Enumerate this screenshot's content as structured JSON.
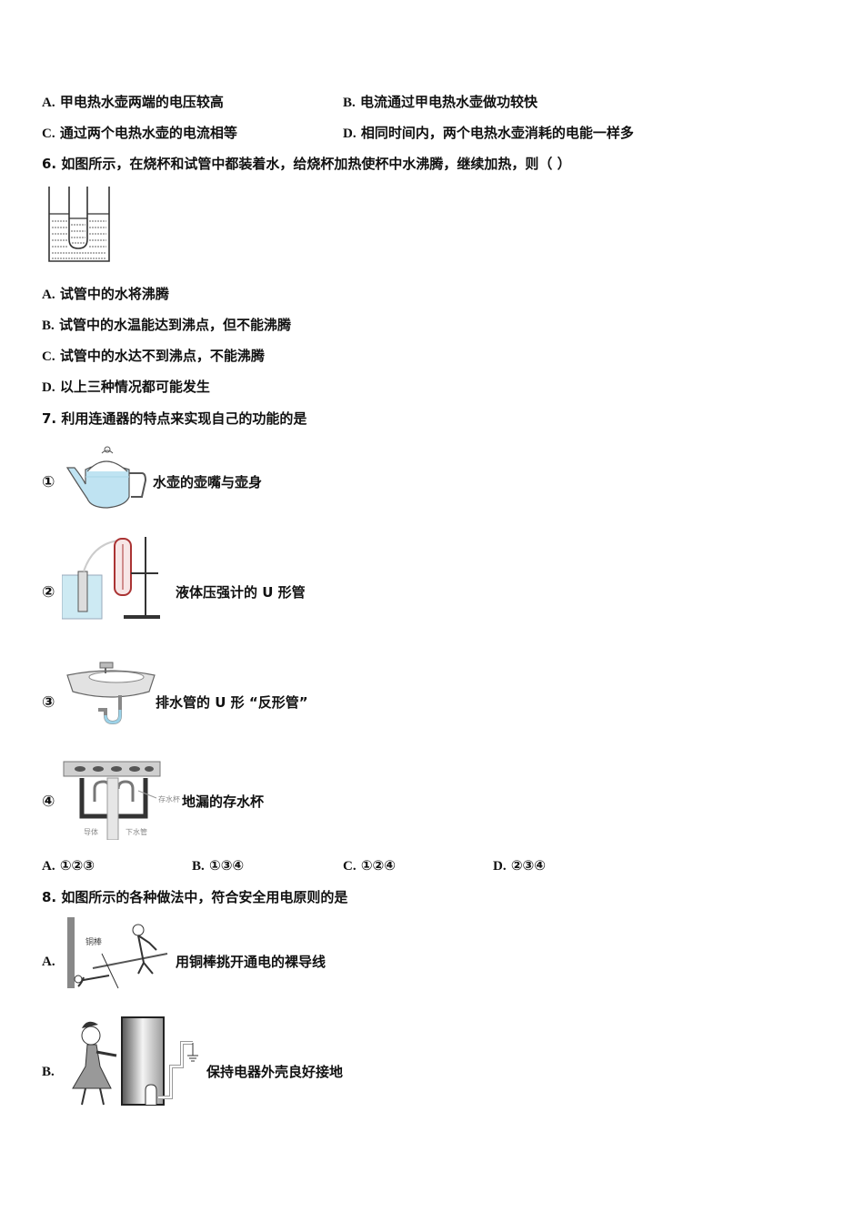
{
  "q5": {
    "options": [
      {
        "label": "A.",
        "text": "甲电热水壶两端的电压较高"
      },
      {
        "label": "B.",
        "text": "电流通过甲电热水壶做功较快"
      },
      {
        "label": "C.",
        "text": "通过两个电热水壶的电流相等"
      },
      {
        "label": "D.",
        "text": "相同时间内，两个电热水壶消耗的电能一样多"
      }
    ]
  },
  "q6": {
    "number": "6.",
    "stem": "如图所示，在烧杯和试管中都装着水，给烧杯加热使杯中水沸腾，继续加热，则（ ）",
    "figure": "beaker-with-test-tube",
    "options": [
      {
        "label": "A.",
        "text": "试管中的水将沸腾"
      },
      {
        "label": "B.",
        "text": "试管中的水温能达到沸点，但不能沸腾"
      },
      {
        "label": "C.",
        "text": "试管中的水达不到沸点，不能沸腾"
      },
      {
        "label": "D.",
        "text": "以上三种情况都可能发生"
      }
    ]
  },
  "q7": {
    "number": "7.",
    "stem": "利用连通器的特点来实现自己的功能的是",
    "items": [
      {
        "marker": "①",
        "text": "水壶的壶嘴与壶身",
        "figure": "teapot"
      },
      {
        "marker": "②",
        "text": "液体压强计的 U 形管",
        "figure": "pressure-gauge"
      },
      {
        "marker": "③",
        "text": "排水管的 U 形 “反形管”",
        "figure": "sink-u-pipe"
      },
      {
        "marker": "④",
        "text": "地漏的存水杯",
        "figure": "floor-drain",
        "figure_labels": [
          "存水杯",
          "导体",
          "下水管"
        ]
      }
    ],
    "options": [
      {
        "label": "A.",
        "text": "①②③"
      },
      {
        "label": "B.",
        "text": "①③④"
      },
      {
        "label": "C.",
        "text": "①②④"
      },
      {
        "label": "D.",
        "text": "②③④"
      }
    ]
  },
  "q8": {
    "number": "8.",
    "stem": "如图所示的各种做法中，符合安全用电原则的是",
    "items": [
      {
        "label": "A.",
        "text": "用铜棒挑开通电的裸导线",
        "figure": "copper-rod-rescue",
        "figure_label": "铜棒"
      },
      {
        "label": "B.",
        "text": "保持电器外壳良好接地",
        "figure": "appliance-grounding"
      }
    ]
  }
}
